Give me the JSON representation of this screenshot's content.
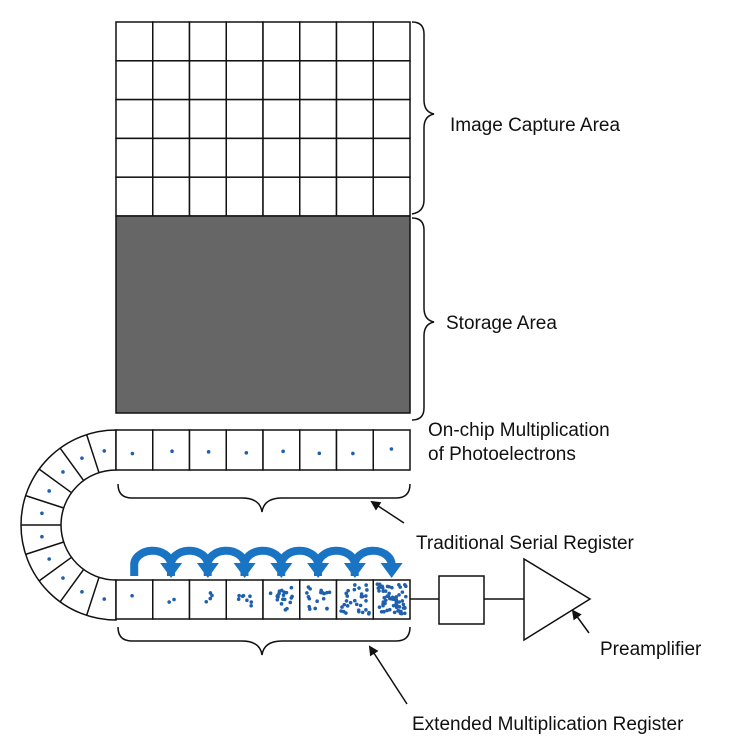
{
  "labels": {
    "image_capture": "Image Capture Area",
    "storage": "Storage Area",
    "onchip_line1": "On-chip Multiplication",
    "onchip_line2": "of Photoelectrons",
    "traditional": "Traditional Serial Register",
    "preamplifier": "Preamplifier",
    "extended": "Extended Multiplication Register"
  },
  "colors": {
    "storage_fill": "#666666",
    "electron": "#1f5fae",
    "transfer_arrow": "#1a74c4",
    "line": "#111111"
  },
  "image_grid": {
    "columns": 8,
    "rows": 5
  },
  "serial_register_cells": 8,
  "curved_register_cells": 10,
  "multiplication_electron_counts": [
    1,
    2,
    4,
    8,
    20,
    18,
    30,
    60
  ]
}
